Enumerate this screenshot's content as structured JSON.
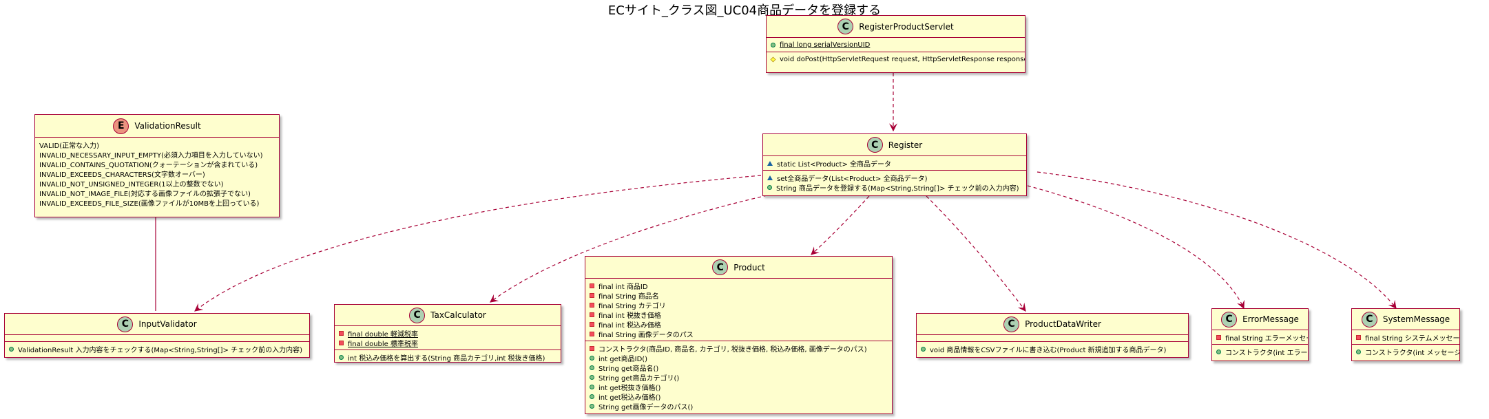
{
  "title": "ECサイト_クラス図_UC04商品データを登録する",
  "classes": {
    "servlet": {
      "name": "RegisterProductServlet",
      "stereo": "C",
      "fields": [
        {
          "vis": "public",
          "static": true,
          "text": "final long serialVersionUID"
        }
      ],
      "methods": [
        {
          "vis": "protected",
          "text": "void doPost(HttpServletRequest request, HttpServletResponse response)"
        }
      ]
    },
    "register": {
      "name": "Register",
      "stereo": "C",
      "fields": [
        {
          "vis": "pkg-open",
          "text": "static List<Product> 全商品データ"
        }
      ],
      "methods": [
        {
          "vis": "pkg-filled",
          "text": "set全商品データ(List<Product> 全商品データ)"
        },
        {
          "vis": "public",
          "text": "String 商品データを登録する(Map<String,String[]> チェック前の入力内容)"
        }
      ]
    },
    "validationResult": {
      "name": "ValidationResult",
      "stereo": "E",
      "fields": [
        {
          "text": "VALID(正常な入力)"
        },
        {
          "text": "INVALID_NECESSARY_INPUT_EMPTY(必須入力項目を入力していない)"
        },
        {
          "text": "INVALID_CONTAINS_QUOTATION(クォーテーションが含まれている)"
        },
        {
          "text": "INVALID_EXCEEDS_CHARACTERS(文字数オーバー)"
        },
        {
          "text": "INVALID_NOT_UNSIGNED_INTEGER(1以上の整数でない)"
        },
        {
          "text": "INVALID_NOT_IMAGE_FILE(対応する画像ファイルの拡張子でない)"
        },
        {
          "text": "INVALID_EXCEEDS_FILE_SIZE(画像ファイルが10MBを上回っている)"
        }
      ],
      "methods": []
    },
    "inputValidator": {
      "name": "InputValidator",
      "stereo": "C",
      "fields": [],
      "methods": [
        {
          "vis": "public",
          "text": "ValidationResult 入力内容をチェックする(Map<String,String[]> チェック前の入力内容)"
        }
      ]
    },
    "taxCalculator": {
      "name": "TaxCalculator",
      "stereo": "C",
      "fields": [
        {
          "vis": "private",
          "static": true,
          "text": "final double 軽減税率"
        },
        {
          "vis": "private",
          "static": true,
          "text": "final double 標準税率"
        }
      ],
      "methods": [
        {
          "vis": "public",
          "text": "int 税込み価格を算出する(String 商品カテゴリ,int 税抜き価格)"
        }
      ]
    },
    "product": {
      "name": "Product",
      "stereo": "C",
      "fields": [
        {
          "vis": "private",
          "text": "final int 商品ID"
        },
        {
          "vis": "private",
          "text": "final String 商品名"
        },
        {
          "vis": "private",
          "text": "final String カテゴリ"
        },
        {
          "vis": "private",
          "text": "final int 税抜き価格"
        },
        {
          "vis": "private",
          "text": "final int 税込み価格"
        },
        {
          "vis": "private",
          "text": "final String 画像データのパス"
        }
      ],
      "methods": [
        {
          "vis": "private",
          "text": "コンストラクタ(商品ID, 商品名, カテゴリ, 税抜き価格, 税込み価格, 画像データのパス)"
        },
        {
          "vis": "public",
          "text": "int get商品ID()"
        },
        {
          "vis": "public",
          "text": "String get商品名()"
        },
        {
          "vis": "public",
          "text": "String get商品カテゴリ()"
        },
        {
          "vis": "public",
          "text": "int get税抜き価格()"
        },
        {
          "vis": "public",
          "text": "int get税込み価格()"
        },
        {
          "vis": "public",
          "text": "String get画像データのパス()"
        }
      ]
    },
    "productDataWriter": {
      "name": "ProductDataWriter",
      "stereo": "C",
      "fields": [],
      "methods": [
        {
          "vis": "public",
          "text": "void 商品情報をCSVファイルに書き込む(Product 新規追加する商品データ)"
        }
      ]
    },
    "errorMessage": {
      "name": "ErrorMessage",
      "stereo": "C",
      "fields": [
        {
          "vis": "private",
          "text": "final String エラーメッセージ"
        }
      ],
      "methods": [
        {
          "vis": "public",
          "text": "コンストラクタ(int エラーID)"
        }
      ]
    },
    "systemMessage": {
      "name": "SystemMessage",
      "stereo": "C",
      "fields": [
        {
          "vis": "private",
          "text": "final String システムメッセージ"
        }
      ],
      "methods": [
        {
          "vis": "public",
          "text": "コンストラクタ(int メッセージID)"
        }
      ]
    }
  },
  "relations": [
    {
      "from": "servlet",
      "to": "register",
      "style": "dashed-arrow"
    },
    {
      "from": "register",
      "to": "inputValidator",
      "style": "dashed-arrow"
    },
    {
      "from": "register",
      "to": "taxCalculator",
      "style": "dashed-arrow"
    },
    {
      "from": "register",
      "to": "product",
      "style": "dashed-arrow"
    },
    {
      "from": "register",
      "to": "productDataWriter",
      "style": "dashed-arrow"
    },
    {
      "from": "register",
      "to": "errorMessage",
      "style": "dashed-arrow"
    },
    {
      "from": "register",
      "to": "systemMessage",
      "style": "dashed-arrow"
    },
    {
      "from": "validationResult",
      "to": "inputValidator",
      "style": "solid-line"
    }
  ],
  "colors": {
    "box_fill": "#fefece",
    "border": "#a80036",
    "class_circle": "#add1b2",
    "enum_circle": "#eb937f"
  }
}
